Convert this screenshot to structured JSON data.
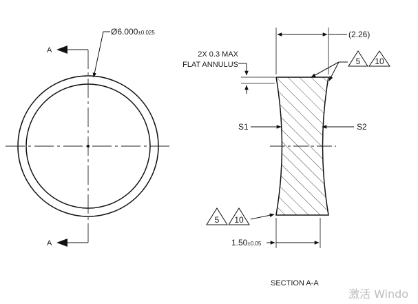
{
  "drawing": {
    "diameter_symbol": "Ø",
    "diameter_value": "6.000",
    "diameter_tolerance": "±0.025",
    "section_letter_top": "A",
    "section_letter_bottom": "A",
    "thickness_ref": "(2.26)",
    "annulus_note_line1": "2X 0.3 MAX",
    "annulus_note_line2": "FLAT ANNULUS",
    "surface_left": "S1",
    "surface_right": "S2",
    "spec_top_1": "5",
    "spec_top_2": "10",
    "spec_bottom_1": "5",
    "spec_bottom_2": "10",
    "edge_value": "1.50",
    "edge_tolerance": "±0.05",
    "section_title": "SECTION A-A"
  },
  "watermark": {
    "text": "激活 Windo"
  }
}
